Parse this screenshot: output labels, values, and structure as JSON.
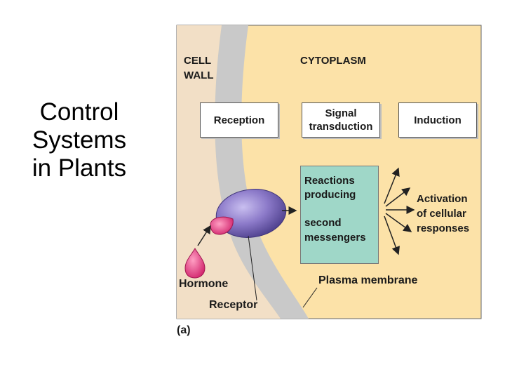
{
  "slide": {
    "title_lines": [
      "Control",
      "Systems",
      "in Plants"
    ]
  },
  "diagram": {
    "cell_wall": [
      "CELL",
      "WALL"
    ],
    "cytoplasm": "CYTOPLASM",
    "boxes": {
      "reception": "Reception",
      "signal_transduction": [
        "Signal",
        "transduction"
      ],
      "induction": "Induction"
    },
    "reactions": [
      "Reactions",
      "producing",
      "second",
      "messengers"
    ],
    "activation": [
      "Activation",
      "of cellular",
      "responses"
    ],
    "hormone": "Hormone",
    "receptor": "Receptor",
    "plasma_membrane": "Plasma membrane",
    "panel_label": "(a)",
    "colors": {
      "cytoplasm": "#fce2a8",
      "cell_wall": "#f2dfc6",
      "membrane": "#c9c9c9",
      "teal_box": "#9fd7c8",
      "receptor_protein": "#8c7ac9",
      "hormone": "#e8407d"
    }
  }
}
